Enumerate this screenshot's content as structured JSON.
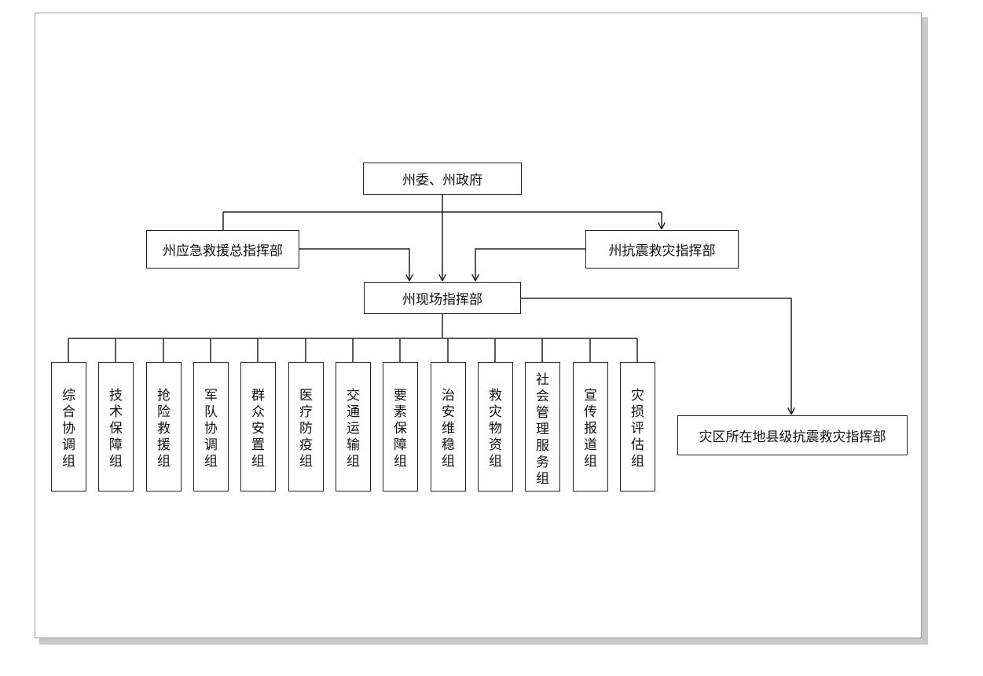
{
  "diagram": {
    "top": "州委、州政府",
    "left_command": "州应急救援总指挥部",
    "right_command": "州抗震救灾指挥部",
    "onsite_command": "州现场指挥部",
    "county_command": "灾区所在地县级抗震救灾指挥部",
    "groups": [
      "综合协调组",
      "技术保障组",
      "抢险救援组",
      "军队协调组",
      "群众安置组",
      "医疗防疫组",
      "交通运输组",
      "要素保障组",
      "治安维稳组",
      "救灾物资组",
      "社会管理服务组",
      "宣传报道组",
      "灾损评估组"
    ]
  }
}
